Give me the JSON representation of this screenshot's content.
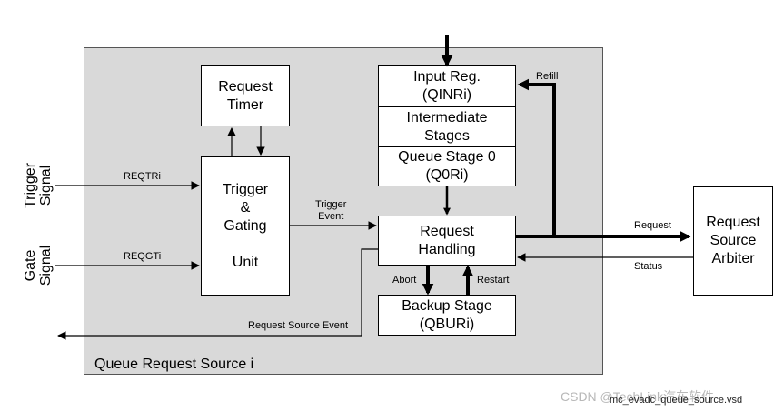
{
  "diagram": {
    "region_title": "Queue Request Source i",
    "blocks": {
      "request_timer": "Request\nTimer",
      "trigger_gating_unit": "Trigger\n&\nGating\n\nUnit",
      "input_reg": "Input Reg.\n(QINRi)",
      "intermediate_stages": "Intermediate\nStages",
      "queue_stage_0": "Queue Stage  0\n(Q0Ri)",
      "request_handling": "Request\nHandling",
      "backup_stage": "Backup Stage\n(QBURi)",
      "request_source_arbiter": "Request\nSource\nArbiter"
    },
    "side_labels": {
      "trigger_signal": "Trigger\nSignal",
      "gate_signal": "Gate\nSignal"
    },
    "signal_labels": {
      "reqtri": "REQTRi",
      "reqgti": "REQGTi",
      "trigger_event": "Trigger\nEvent",
      "refill": "Refill",
      "request": "Request",
      "status": "Status",
      "abort": "Abort",
      "restart": "Restart",
      "request_source_event": "Request Source Event"
    },
    "footer": {
      "watermark": "CSDN @TechLink汽车软件",
      "filename": "mc_evadc_queue_source.vsd"
    }
  }
}
